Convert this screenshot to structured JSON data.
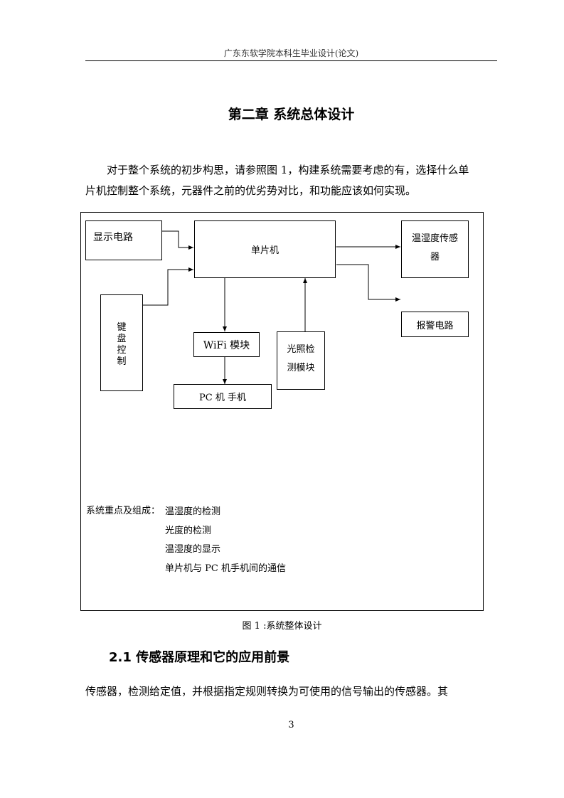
{
  "header": {
    "title": "广东东软学院本科生毕业设计(论文)"
  },
  "chapter": {
    "title": "第二章  系统总体设计"
  },
  "intro": {
    "line1": "对于整个系统的初步构思，请参照图 1，构建系统需要考虑的有，选择什么单",
    "line2": "片机控制整个系统，元器件之前的优劣势对比，和功能应该如何实现。"
  },
  "diagram": {
    "display": "显示电路",
    "mcu": "单片机",
    "sensor_line1": "温湿度传感",
    "sensor_line2": "器",
    "alarm": "报警电路",
    "keyboard": [
      "键",
      "盘",
      "控",
      "制"
    ],
    "wifi": "WiFi 模块",
    "light_line1": "光照检",
    "light_line2": "测模块",
    "pc": "PC 机  手机",
    "summary": {
      "label": "系统重点及组成：",
      "items": [
        "温湿度的检测",
        "光度的检测",
        "温湿度的显示",
        "单片机与 PC 机手机间的通信"
      ]
    }
  },
  "figure": {
    "caption": "图  1 :系统整体设计"
  },
  "section": {
    "title": "2.1  传感器原理和它的应用前景"
  },
  "body": {
    "line1": "传感器，检测给定值，并根据指定规则转换为可使用的信号输出的传感器。其"
  },
  "page": {
    "number": "3"
  }
}
